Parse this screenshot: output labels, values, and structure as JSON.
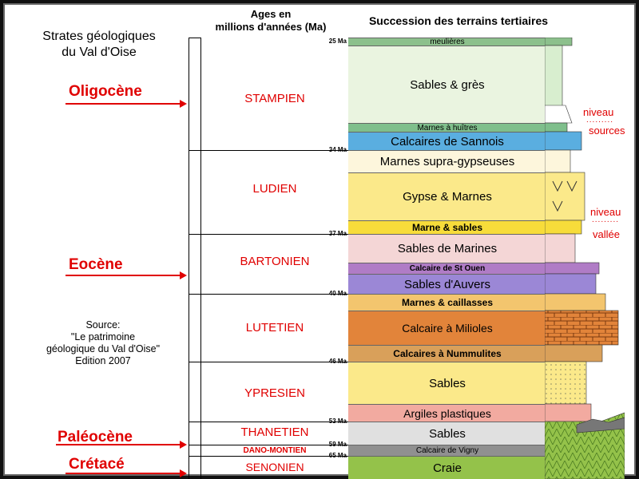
{
  "left_title": {
    "line1": "Strates géologiques",
    "line2": "du Val d'Oise"
  },
  "header_ages": {
    "line1": "Ages en",
    "line2": "millions d'années (Ma)"
  },
  "header_succession": "Succession des terrains tertiaires",
  "eras": [
    {
      "label": "Oligocène"
    },
    {
      "label": "Eocène"
    },
    {
      "label": "Paléocène"
    },
    {
      "label": "Crétacé"
    }
  ],
  "stages": [
    "STAMPIEN",
    "LUDIEN",
    "BARTONIEN",
    "LUTETIEN",
    "YPRESIEN",
    "THANETIEN",
    "DANO-MONTIEN",
    "SENONIEN"
  ],
  "ticks": [
    "25 Ma",
    "34 Ma",
    "37 Ma",
    "40 Ma",
    "46 Ma",
    "53 Ma",
    "59 Ma",
    "65 Ma"
  ],
  "layers": [
    {
      "label": "meulières",
      "color": "#8cc08c"
    },
    {
      "label": "Sables & grès",
      "color": "#eaf4e0"
    },
    {
      "label": "Marnes à huîtres",
      "color": "#7fbf8c"
    },
    {
      "label": "Calcaires de Sannois",
      "color": "#5aaee0"
    },
    {
      "label": "Marnes supra-gypseuses",
      "color": "#fdf6dc"
    },
    {
      "label": "Gypse & Marnes",
      "color": "#fbe98a"
    },
    {
      "label": "Marne & sables",
      "color": "#f7dc3a"
    },
    {
      "label": "Sables de Marines",
      "color": "#f4d6d6"
    },
    {
      "label": "Calcaire de St Ouen",
      "color": "#b07cc6"
    },
    {
      "label": "Sables d'Auvers",
      "color": "#9b87d6"
    },
    {
      "label": "Marnes & caillasses",
      "color": "#f3c56e"
    },
    {
      "label": "Calcaire à Milioles",
      "color": "#e2843a"
    },
    {
      "label": "Calcaires à Nummulites",
      "color": "#d9a05a"
    },
    {
      "label": "Sables",
      "color": "#fbe98a"
    },
    {
      "label": "Argiles plastiques",
      "color": "#f2aaa0"
    },
    {
      "label": "Sables",
      "color": "#e0e0e0"
    },
    {
      "label": "Calcaire de Vigny",
      "color": "#909090"
    },
    {
      "label": "Craie",
      "color": "#94c24a"
    }
  ],
  "source": {
    "line1": "Source:",
    "line2": "\"Le patrimoine",
    "line3": "géologique du Val d'Oise\"",
    "line4": "Edition 2007"
  },
  "annotations": {
    "niveau1": "niveau",
    "sources": "sources",
    "niveau2": "niveau",
    "vallee": "vallée",
    "dots": "........."
  },
  "colors": {
    "accent": "#e00000"
  }
}
